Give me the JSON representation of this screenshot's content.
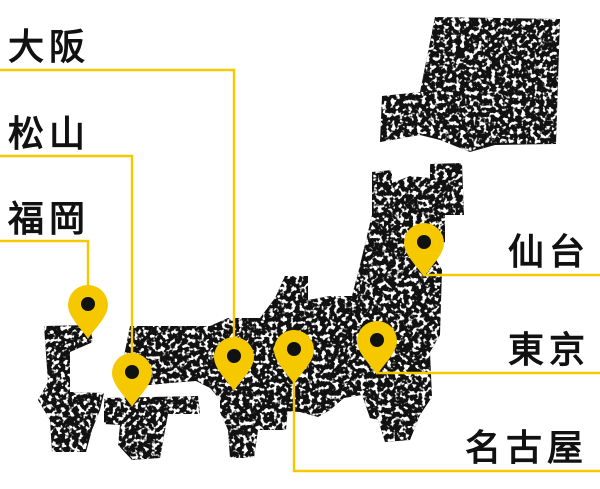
{
  "colors": {
    "land": "#111111",
    "speckle": "#ffffff",
    "accent": "#f5c800",
    "text": "#111111",
    "background": "#ffffff"
  },
  "cities": [
    {
      "id": "osaka",
      "label": "大阪"
    },
    {
      "id": "matsuyama",
      "label": "松山"
    },
    {
      "id": "fukuoka",
      "label": "福岡"
    },
    {
      "id": "sendai",
      "label": "仙台"
    },
    {
      "id": "tokyo",
      "label": "東京"
    },
    {
      "id": "nagoya",
      "label": "名古屋"
    }
  ],
  "icons": {
    "marker": "map-pin-icon"
  }
}
